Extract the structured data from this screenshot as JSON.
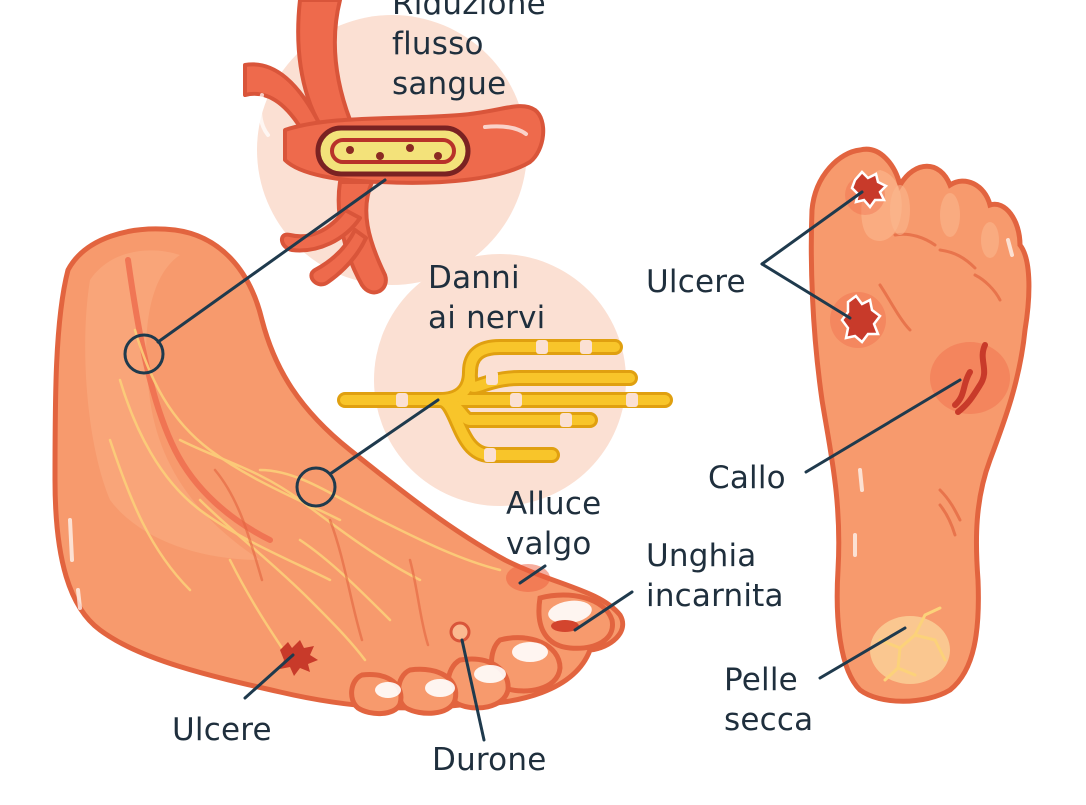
{
  "labels": {
    "blood_flow": [
      "Riduzione",
      "flusso",
      "sangue"
    ],
    "nerves": [
      "Danni",
      "ai nervi"
    ],
    "ulcers_sole": [
      "Ulcere"
    ],
    "callus": [
      "Callo"
    ],
    "bunion": [
      "Alluce",
      "valgo"
    ],
    "ingrown_nail": [
      "Unghia",
      "incarnita"
    ],
    "dry_skin": [
      "Pelle",
      "secca"
    ],
    "ulcers_foot": [
      "Ulcere"
    ],
    "corn": [
      "Durone"
    ]
  },
  "colors": {
    "skin": "#f79a6d",
    "skin_light": "#fbb990",
    "outline": "#e2643f",
    "artery": "#ee6a4c",
    "nerve": "#f6b21c",
    "circle_bg": "#fbe0d3",
    "ulcer": "#c83a2a",
    "leader": "#1f3a4d"
  }
}
